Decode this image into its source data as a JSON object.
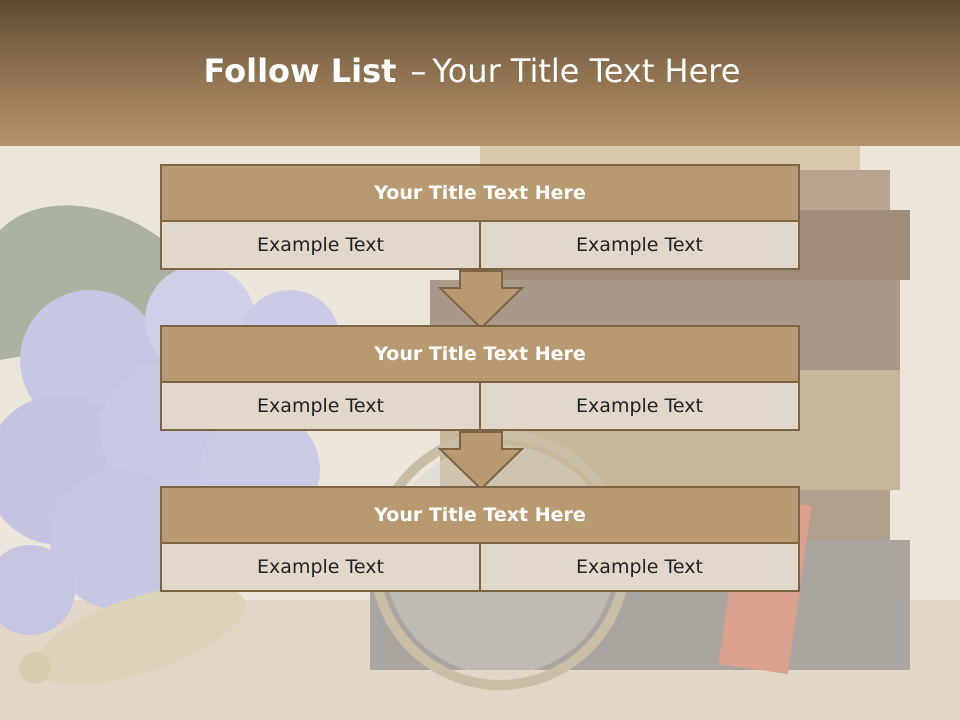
{
  "slide": {
    "title_bold": "Follow List",
    "title_separator": "–",
    "title_rest": "Your Title Text Here"
  },
  "steps": [
    {
      "title": "Your Title Text Here",
      "left": "Example Text",
      "right": "Example Text"
    },
    {
      "title": "Your Title Text Here",
      "left": "Example Text",
      "right": "Example Text"
    },
    {
      "title": "Your Title Text Here",
      "left": "Example Text",
      "right": "Example Text"
    }
  ],
  "colors": {
    "header_dark": "#5c4a32",
    "header_light": "#b3936a",
    "box_title_fill": "#b79a72",
    "box_body_fill": "#e2d7cb",
    "box_border": "#7d6445"
  }
}
